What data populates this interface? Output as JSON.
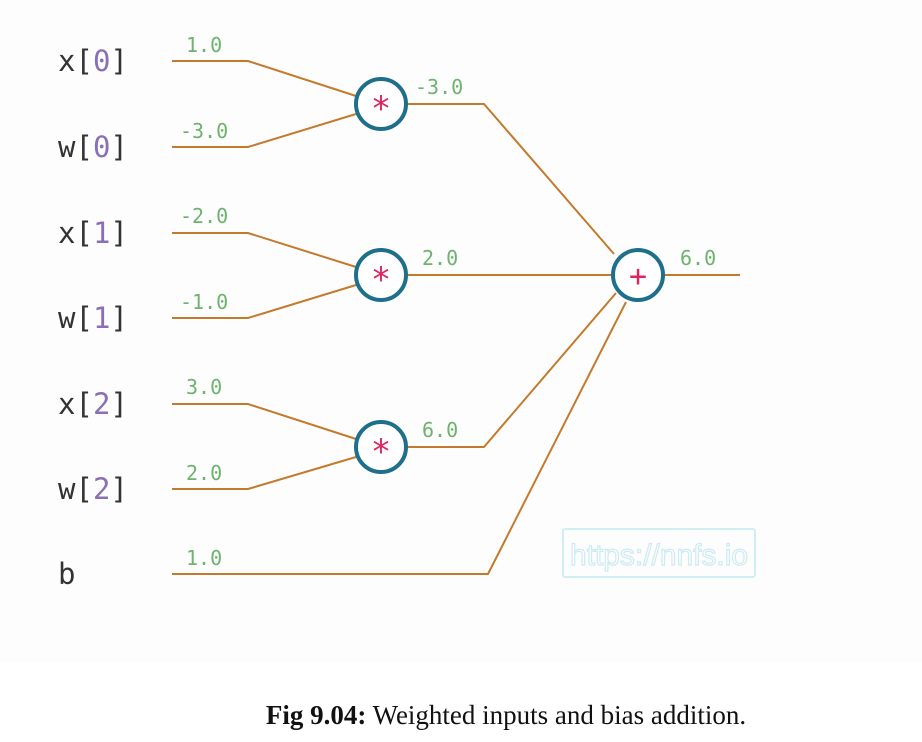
{
  "diagram": {
    "inputs": [
      {
        "name": "x",
        "index": "0",
        "value": "1.0"
      },
      {
        "name": "w",
        "index": "0",
        "value": "-3.0"
      },
      {
        "name": "x",
        "index": "1",
        "value": "-2.0"
      },
      {
        "name": "w",
        "index": "1",
        "value": "-1.0"
      },
      {
        "name": "x",
        "index": "2",
        "value": "3.0"
      },
      {
        "name": "w",
        "index": "2",
        "value": "2.0"
      }
    ],
    "bias": {
      "name": "b",
      "value": "1.0"
    },
    "multiply_nodes": [
      {
        "symbol": "*",
        "output": "-3.0"
      },
      {
        "symbol": "*",
        "output": "2.0"
      },
      {
        "symbol": "*",
        "output": "6.0"
      }
    ],
    "sum_node": {
      "symbol": "+",
      "output": "6.0"
    },
    "watermark": "https://nnfs.io",
    "colors": {
      "wire": "#c47a2c",
      "node_border": "#1f6f8b",
      "operator": "#e0245e",
      "value": "#6db36d",
      "index": "#8a6fb5"
    }
  },
  "caption": {
    "label": "Fig 9.04:",
    "text": " Weighted inputs and bias addition."
  }
}
